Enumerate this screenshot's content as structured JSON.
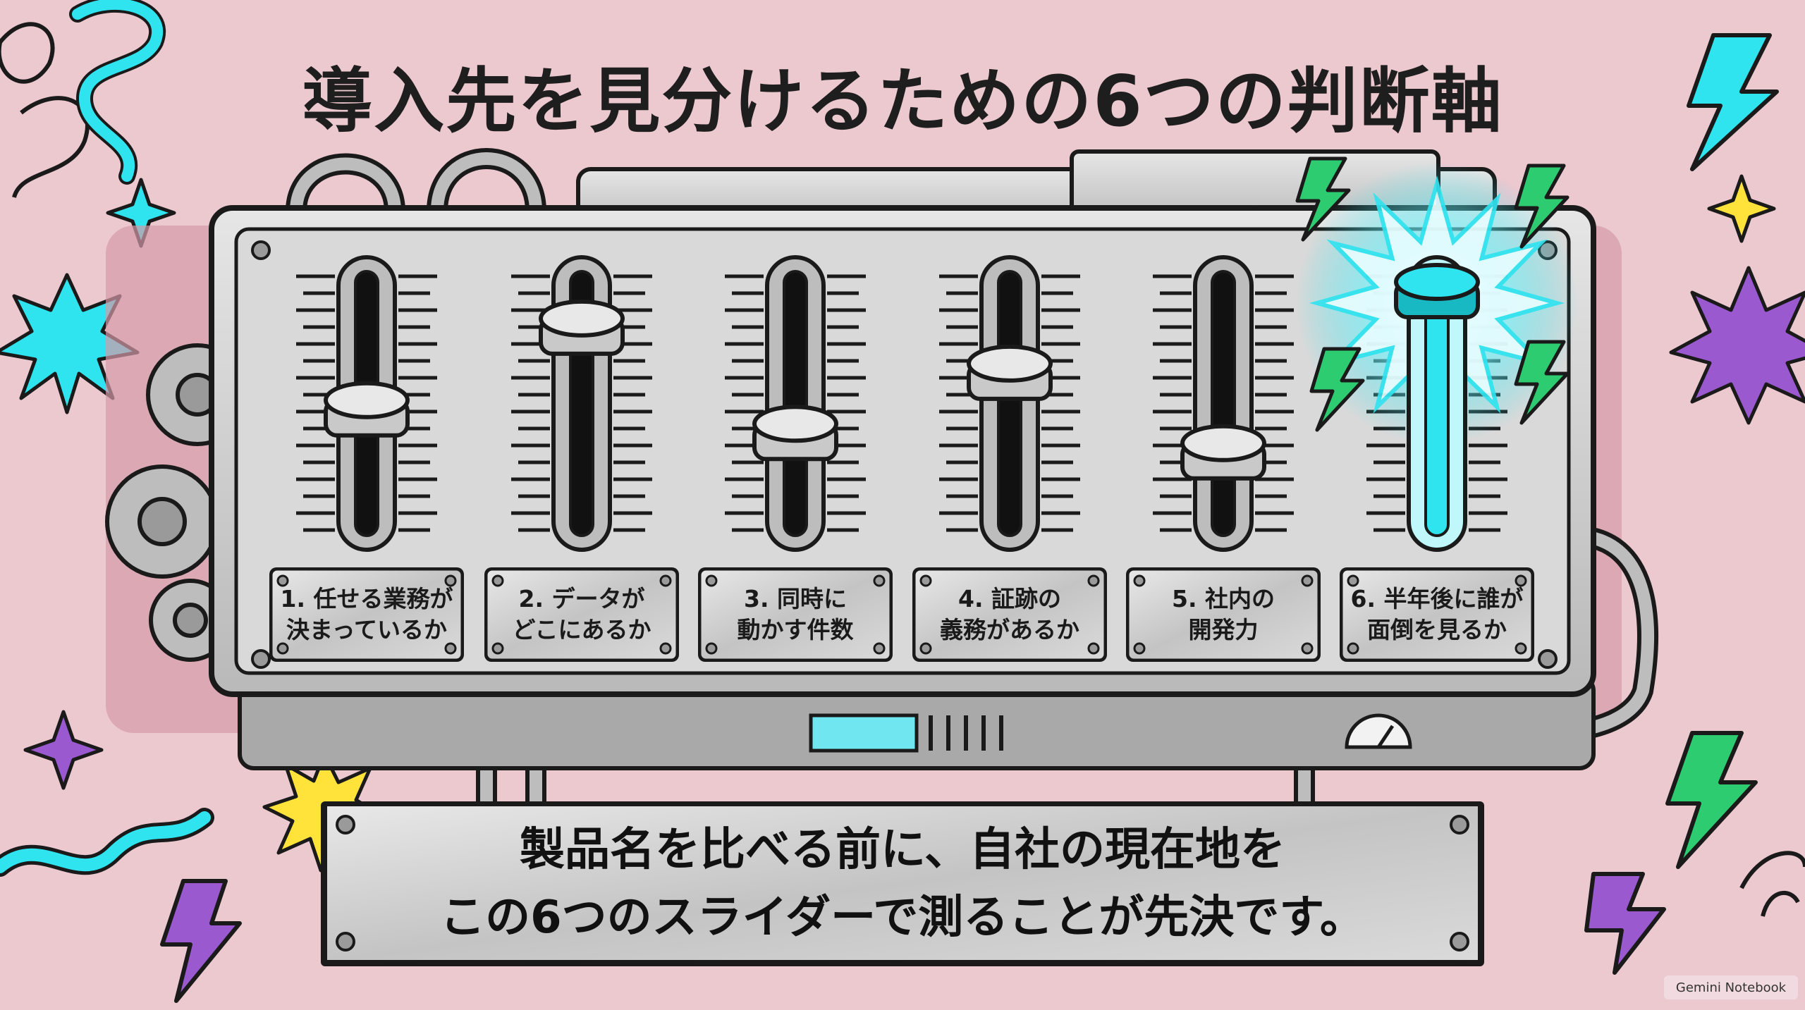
{
  "title": "導入先を見分けるための6つの判断軸",
  "sliders": [
    {
      "line1": "1. 任せる業務が",
      "line2": "決まっているか",
      "level": 0.45
    },
    {
      "line1": "2. データが",
      "line2": "どこにあるか",
      "level": 0.83
    },
    {
      "line1": "3. 同時に",
      "line2": "動かす件数",
      "level": 0.34
    },
    {
      "line1": "4. 証跡の",
      "line2": "義務があるか",
      "level": 0.62
    },
    {
      "line1": "5. 社内の",
      "line2": "開発力",
      "level": 0.25
    },
    {
      "line1": "6. 半年後に誰が",
      "line2": "面倒を見るか",
      "level": 1.0
    }
  ],
  "message": {
    "line1": "製品名を比べる前に、自社の現在地を",
    "line2": "この6つのスライダーで測ることが先決です。"
  },
  "badge": "Gemini Notebook",
  "colors": {
    "background": "#ecc8cf",
    "cyan": "#2fe3ef",
    "green": "#2ecc71",
    "purple": "#9b59d0",
    "yellow": "#ffe33b",
    "metal": "#c8c8c8"
  },
  "icons": [
    "lightning-bolt-icon",
    "sparkle-star-icon",
    "burst-star-icon",
    "gear-icon",
    "gauge-icon",
    "cloud-swirl-icon"
  ]
}
